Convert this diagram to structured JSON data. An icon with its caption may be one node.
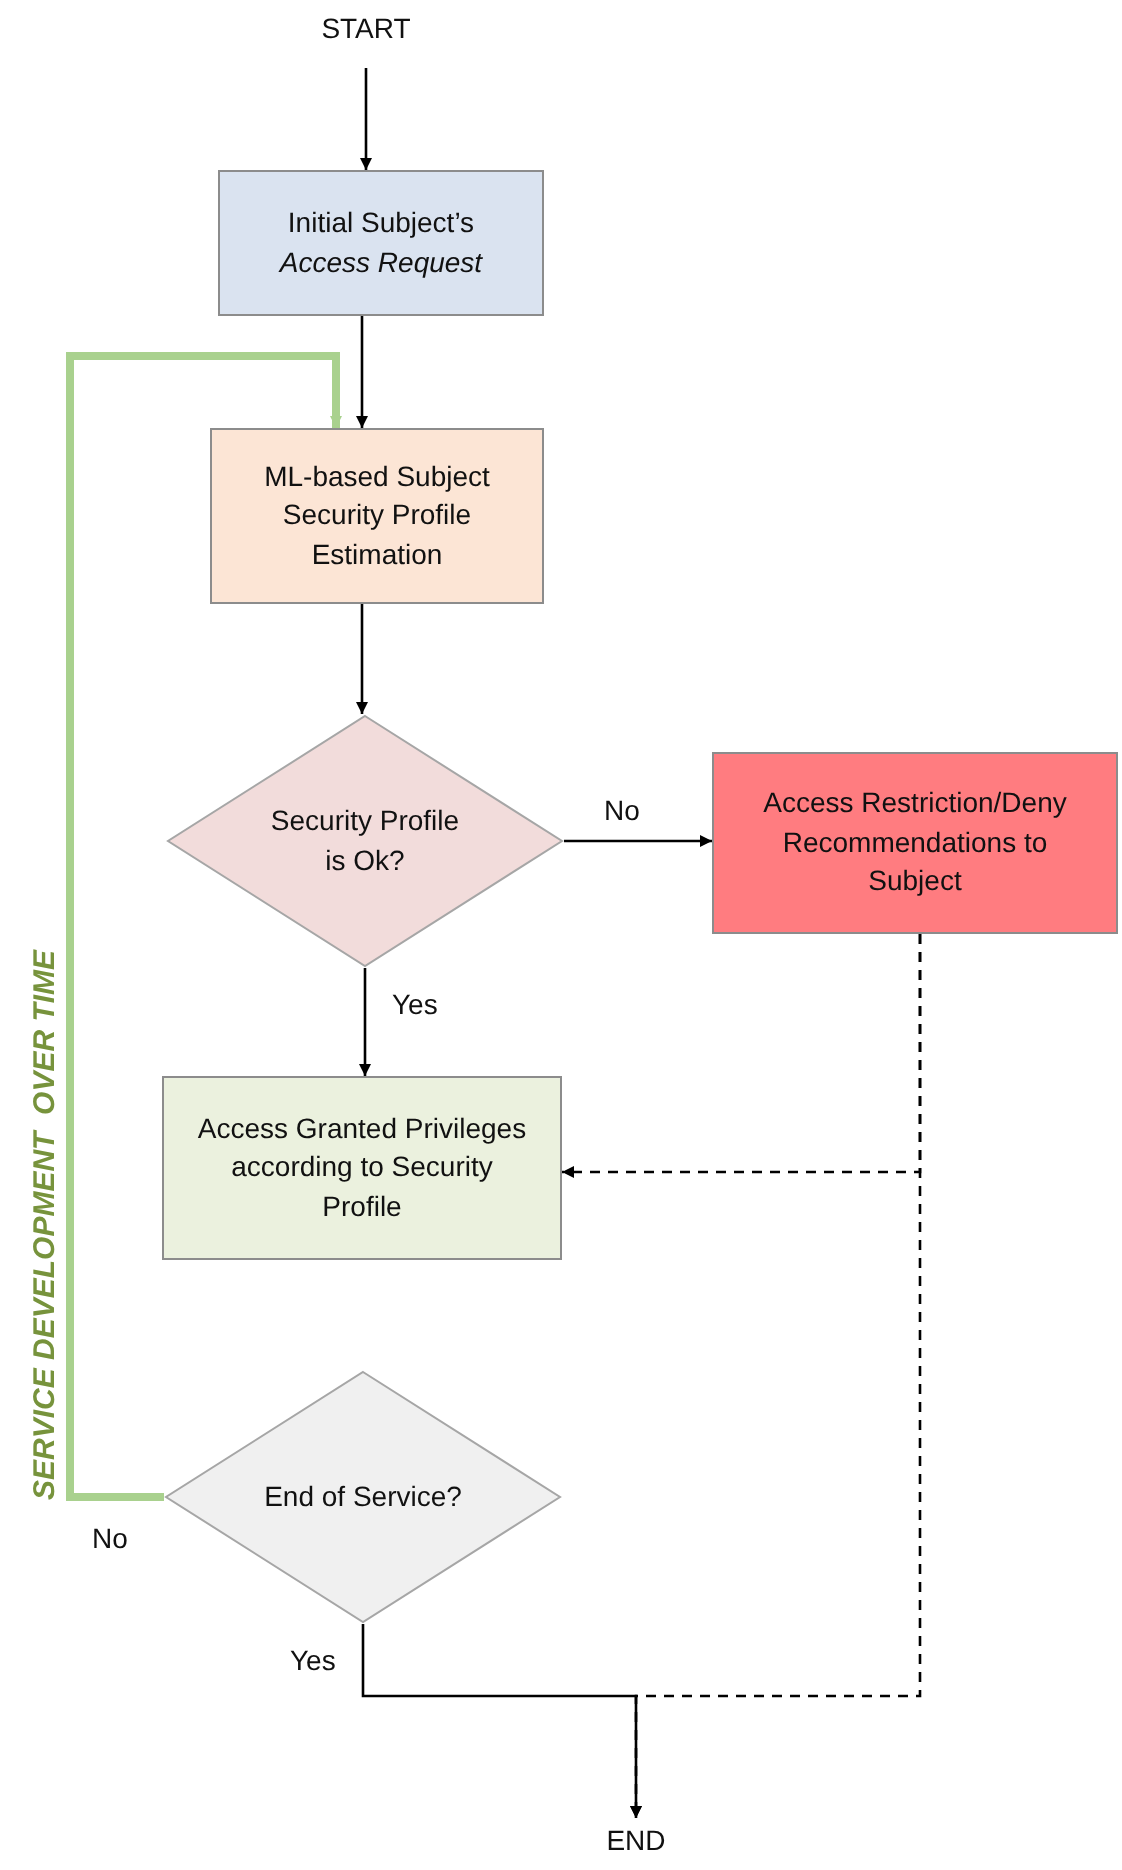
{
  "diagram": {
    "nodes": [
      {
        "text": [
          "START"
        ]
      },
      {
        "text": [
          "Initial Subject’s *Access Request*"
        ]
      },
      {
        "text": [
          "ML-based Subject Security Profile Estimation"
        ]
      },
      {
        "text": [
          "Security Profile is Ok?"
        ]
      },
      {
        "text": [
          "Access Restriction/Deny Recommendations to Subject"
        ]
      },
      {
        "text": [
          "Access Granted Privileges according to Security Profile"
        ]
      },
      {
        "text": [
          "End of Service?"
        ]
      },
      {
        "text": [
          "END"
        ]
      }
    ],
    "edges": [
      {
        "from": 0,
        "to": 1,
        "arrow": "to"
      },
      {
        "from": 1,
        "to": 2,
        "arrow": "to"
      },
      {
        "from": 2,
        "to": 3,
        "arrow": "to"
      },
      {
        "from": 3,
        "to": 4,
        "arrow": "to",
        "label": "No"
      },
      {
        "from": 3,
        "to": 5,
        "arrow": "to",
        "label": "Yes"
      },
      {
        "from": 4,
        "to": 5,
        "arrow": "to",
        "style": "dashed"
      },
      {
        "from": 4,
        "to": 7,
        "arrow": "to",
        "style": "dashed"
      },
      {
        "from": 6,
        "to": 7,
        "arrow": "to",
        "label": "Yes"
      },
      {
        "from": 6,
        "to": 2,
        "arrow": "to",
        "label": "No",
        "style": "thick",
        "color": "#a9d18e"
      }
    ],
    "labels": [
      "SERVICE DEVELOPMENT  OVER TIME"
    ]
  }
}
